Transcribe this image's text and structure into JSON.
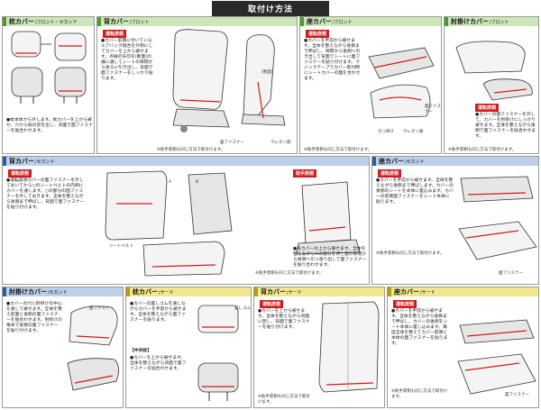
{
  "title": "取付け方法",
  "top": {
    "head": {
      "heading": "枕カバー",
      "sub": "/フロント・セカンド",
      "text": "●枕本体から外します。枕カバーを上から被せ、穴から枕の足を出し、背面で面ファスナーを貼合わせます。"
    },
    "back": {
      "heading": "背カバー",
      "sub": "/フロント",
      "badge": "運転席側",
      "text": "●カバー前側に付いているエアバッグ縫合を外側にしてカバーを上から被せます。点線の矢印を(断面)の様に通してシートの隙間から後ろに引き出し、背面で面ファスナーをしっかり貼ります。",
      "side_label": "(断面)",
      "label_fastener": "面ファスナー",
      "label_urethane": "ウレタン部",
      "note": "※助手席側も同じ方法で取付けます。"
    },
    "seat": {
      "heading": "座カバー",
      "sub": "/フロント",
      "badge": "運転席側",
      "text": "●カバーを手前から被せます。全体を整えながら後側まで伸ばし、隙間から後側へ引き出して背面でシートに面ファスナーを貼り付けます。マジックテープでカバー取付時にシートカバーの面を合わせます。",
      "label_urethane": "ウレタン部",
      "label_hook": "引っ掛け",
      "label_fastener": "面ファスナー",
      "note": "※助手席側も同じ方法で取付けます。"
    },
    "armrest": {
      "heading": "肘掛けカバー",
      "sub": "/フロント",
      "badge": "運転席側",
      "text": "●カバーの面ファスナーを外して、カバーを肘掛けにしっかり被せます。全体を整えながら後側で面ファスナーを貼合わせます。",
      "note": "※助手席側も同じ方法で取付けます。"
    }
  },
  "mid": {
    "back2": {
      "heading": "背カバー",
      "sub": "/セカンド",
      "badge": "運転席側",
      "badge2": "助手席側",
      "text": "●運転席側カバーの面ファスナーを外しておいてから○のシートベルトの内側にカバーを通します。○の部分の面ファスナーを外しておきます。全体を整えながら後側まで伸ばし、背面で面ファスナーを貼り付けます。",
      "text2": "●背カバーの上から被せます。全体を整えながら④の部分を背と座の隙間から後側へ引っ張り出して面ファスナーを貼り合わせます。",
      "label_belt": "シートベルト",
      "label_a": "A",
      "label_b": "B",
      "note": "※助手席側も同じ方法で取付けます。"
    },
    "seat2": {
      "heading": "座カバー",
      "sub": "/セカンド",
      "badge": "運転席側",
      "text": "●カバーを手前から被せます。全体を整えながら後側まで伸ばします。カバーの後側のシートを本体に差込みます。カバーの前側面ファスナーをシート本体に貼ります。",
      "note": "※助手席側も同じ方法で取付けます。",
      "label_fastener": "面ファスナー"
    }
  },
  "bottom": {
    "arm2": {
      "heading": "肘掛けカバー",
      "sub": "/セカンド",
      "text": "●カバーの穴に肘掛けの中心を通して被せます。全体を整え前面と後側の面ファスナーを貼合わせます。肘掛けの根本で後側の面ファスナーを貼り付けます。",
      "label_fastener": "面ファスナー"
    },
    "head3": {
      "heading": "枕カバー",
      "sub": "/サード",
      "text": "●カバーの差しゴムを通しながらカバーを手前から被せます。全体を整えながら面ファスナーを貼ります。",
      "center_head": "【中央枕】",
      "text2": "●カバーを上から被せます。全体を整えながら背面で面ファスナーを貼合わせます。",
      "label_rubber": "差しゴム"
    },
    "back3": {
      "heading": "背カバー",
      "sub": "/サード",
      "badge": "運転席側",
      "text": "●カバーを上から被せます。全体を整えながら背面に回し、背面で面ファスナーを貼り付けます。",
      "note": "※助手席側も同じ方法で取付けます。"
    },
    "seat3": {
      "heading": "座カバー",
      "sub": "/サード",
      "badge": "運転席側",
      "text": "●カバーを手前から被せます。全体を整えながら後側まで伸ばし、カバーの後側をシート本体に差し込みます。再度全体を整えてカバー前側と本体の面ファスナーを貼ります。",
      "label_fastener": "面ファスナー",
      "note": "※助手席側も同じ方法で取付けます。"
    }
  }
}
